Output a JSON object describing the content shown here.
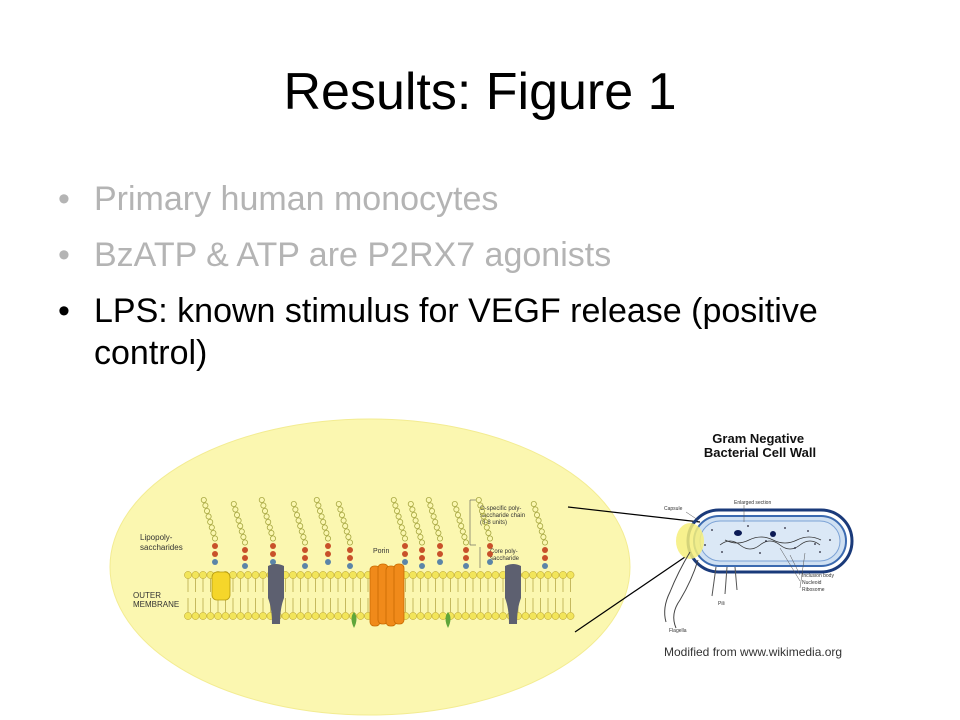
{
  "slide": {
    "title": "Results: Figure 1",
    "bullets": [
      {
        "text": "Primary human monocytes",
        "state": "dim"
      },
      {
        "text": "BzATP & ATP are P2RX7 agonists",
        "state": "dim"
      },
      {
        "text": "LPS: known stimulus for VEGF release (positive control)",
        "state": "active"
      }
    ],
    "bullet_char": "•"
  },
  "diagram": {
    "membrane_labels": {
      "lps": [
        "Lipopoly-",
        "saccharides"
      ],
      "outer": [
        "OUTER",
        "MEMBRANE"
      ],
      "porin": "Porin",
      "o_specific": [
        "O-specific poly-",
        "saccharide chain",
        "(3-8 units)"
      ],
      "core": [
        "Core poly-",
        "saccharide"
      ]
    },
    "cell": {
      "title": [
        "Gram Negative",
        "Bacterial Cell Wall"
      ],
      "labels": {
        "capsule": "Capsule",
        "enlarged": "Enlarged section",
        "inclusion": "Inclusion body",
        "nucleoid": "Nucleoid",
        "ribosome": "Ribosome",
        "pili": "Pili",
        "flagella": "Flagella"
      }
    },
    "colors": {
      "ellipse": "#fbf7b0",
      "lipid_head": "#f2e55a",
      "porin": "#f08a1a",
      "protein_gray": "#5d6070",
      "protein_yellow": "#f5d62a",
      "protein_green": "#5fa63a",
      "bead_gray": "#c8c8a0",
      "bead_red": "#c8512a",
      "bead_blue": "#5b85a8",
      "bead_olive": "#a6a640",
      "cell_fill": "#cfe0f2",
      "cell_dark": "#1a3a7a"
    }
  },
  "credit": "Modified from www.wikimedia.org"
}
